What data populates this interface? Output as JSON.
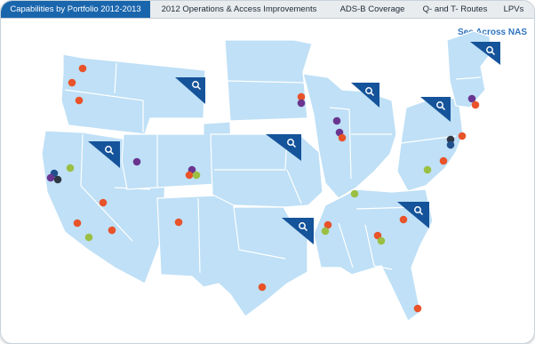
{
  "tabs": [
    {
      "label": "Capabilities by Portfolio 2012-2013",
      "active": true
    },
    {
      "label": "2012 Operations & Access Improvements",
      "active": false
    },
    {
      "label": "ADS-B Coverage",
      "active": false
    },
    {
      "label": "Q- and T- Routes",
      "active": false
    },
    {
      "label": "LPVs",
      "active": false
    }
  ],
  "see_across_link": "See Across NAS",
  "colors": {
    "active_tab": "#1a66ad",
    "map_fill": "#bfe0f6",
    "zoom_flag": "#15539a",
    "dot_orange": "#e8532a",
    "dot_purple": "#6a3590",
    "dot_green": "#9bbf43",
    "dot_dark": "#2f3744",
    "dot_navy": "#21508c"
  },
  "icons": {
    "zoom": "magnifier-icon"
  }
}
